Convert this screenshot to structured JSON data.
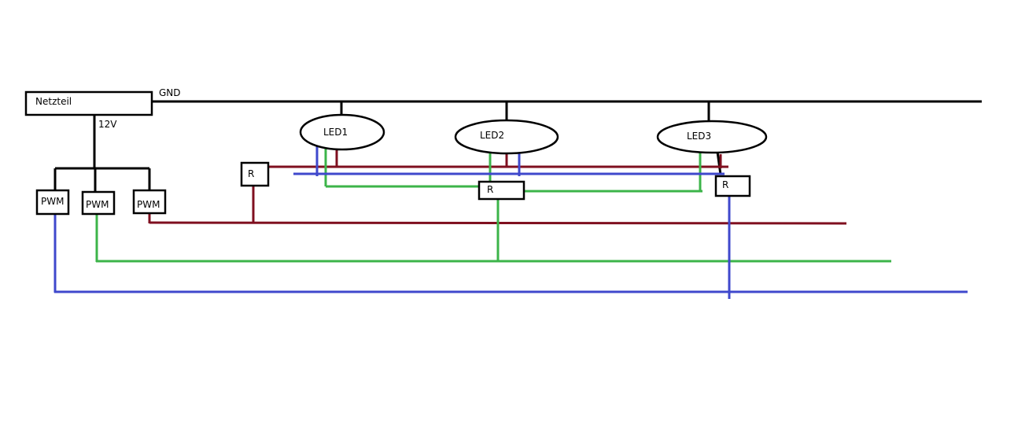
{
  "diagram": {
    "power_supply": {
      "label": "Netzteil"
    },
    "gnd_label": "GND",
    "v12_label": "12V",
    "pwm_modules": [
      {
        "label": "PWM"
      },
      {
        "label": "PWM"
      },
      {
        "label": "PWM"
      }
    ],
    "leds": [
      {
        "label": "LED1"
      },
      {
        "label": "LED2"
      },
      {
        "label": "LED3"
      }
    ],
    "resistors": [
      {
        "label": "R"
      },
      {
        "label": "R"
      },
      {
        "label": "R"
      }
    ],
    "colors": {
      "black": "#000000",
      "red": "#7f0f1f",
      "green": "#3cb44a",
      "blue": "#3f48cc"
    }
  }
}
